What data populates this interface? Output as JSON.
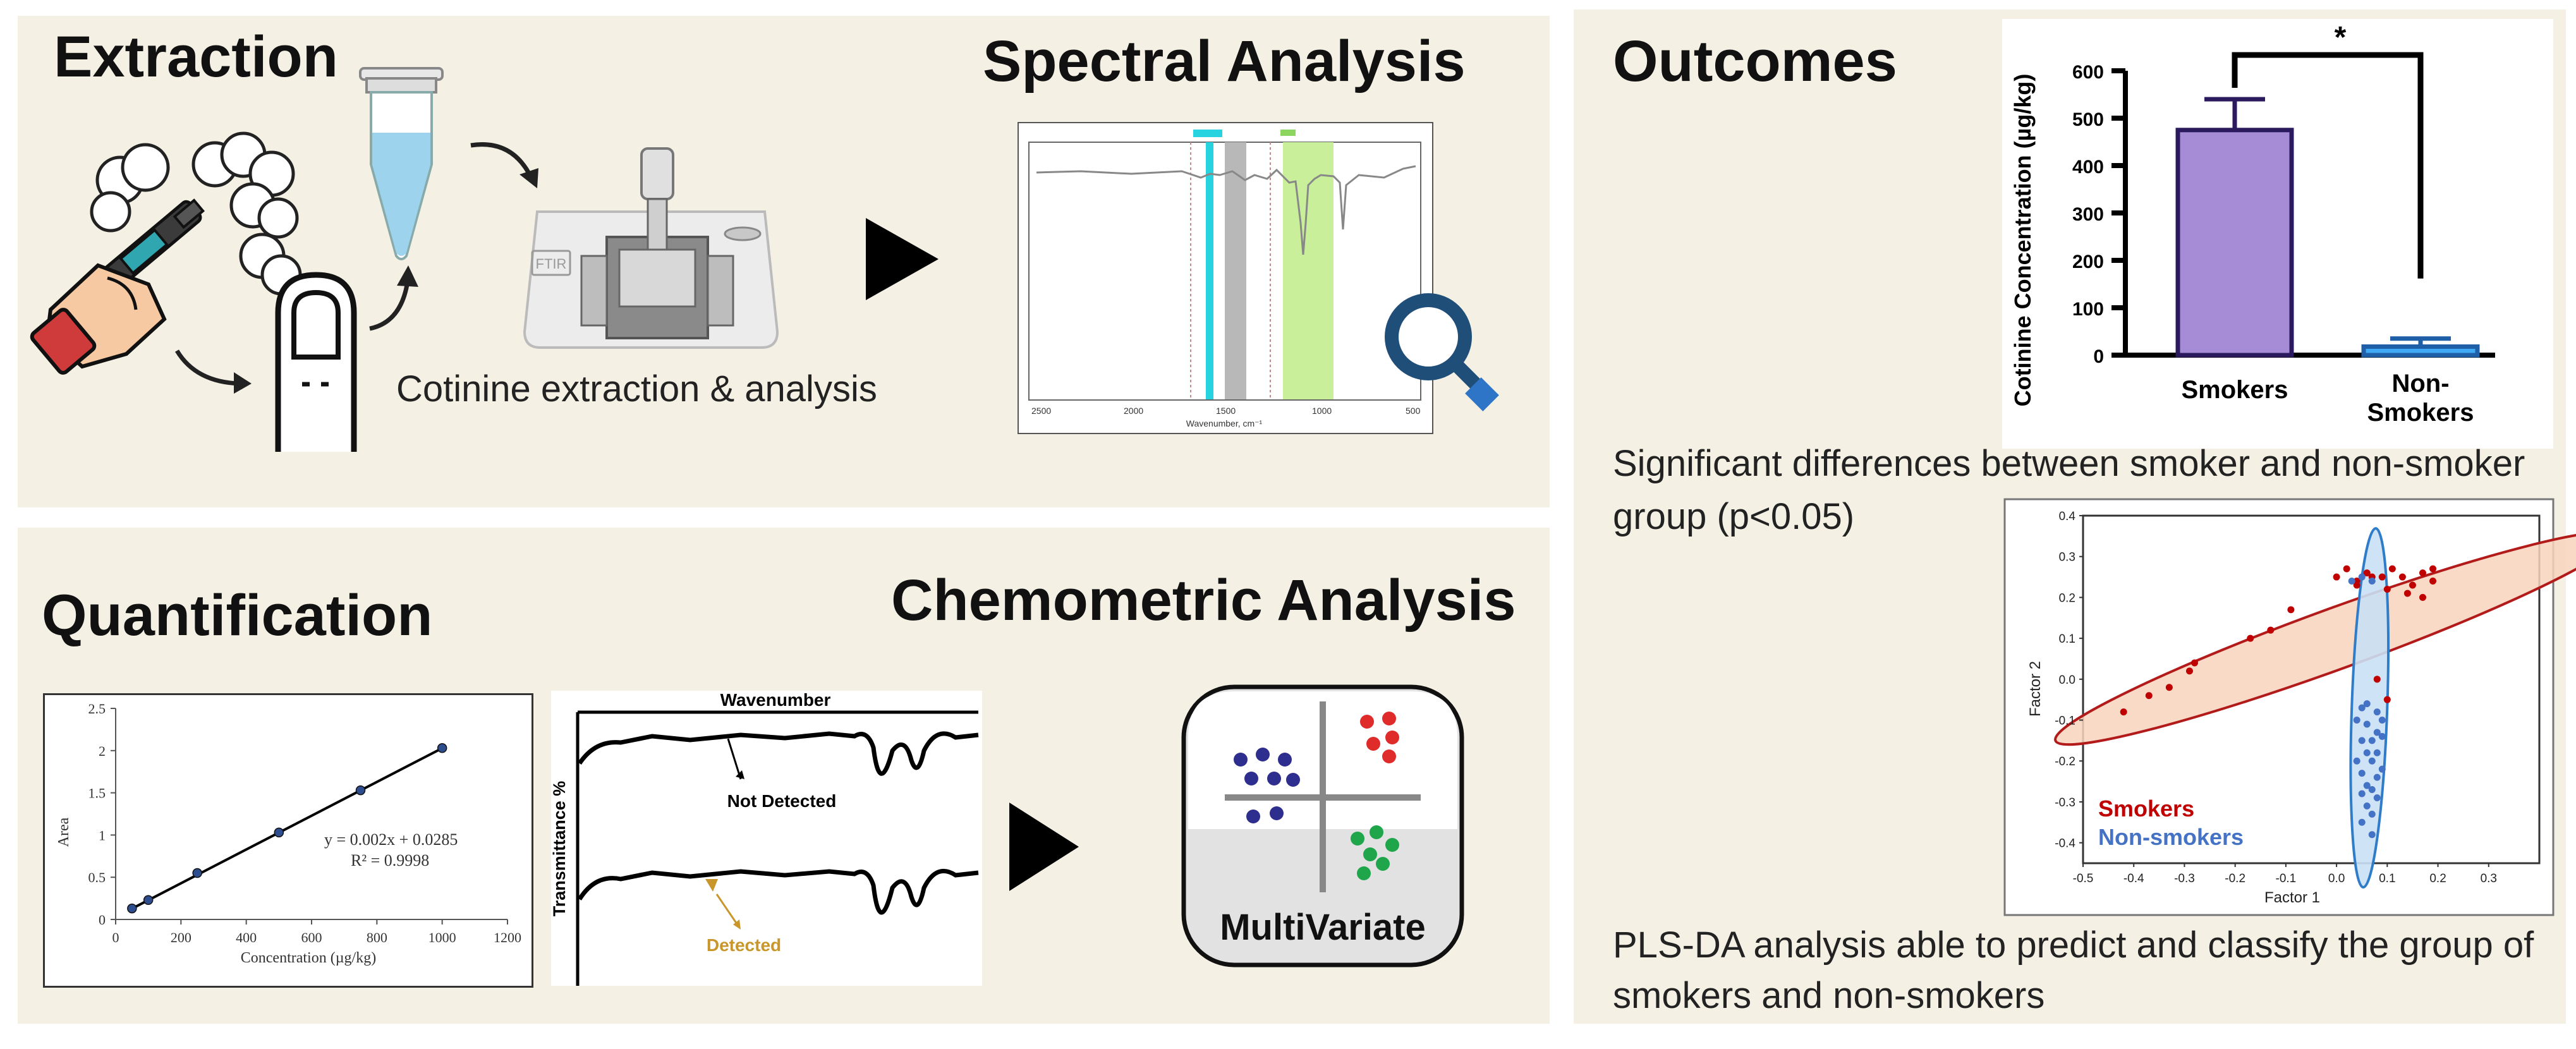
{
  "extraction": {
    "title": "Extraction",
    "caption": "Cotinine extraction & analysis",
    "ftir_label": "FTIR"
  },
  "spectral": {
    "title": "Spectral Analysis",
    "x_ticks": [
      "2500",
      "2000",
      "1500",
      "1000",
      "500"
    ],
    "xlabel": "Wavenumber, cm⁻¹"
  },
  "quantification": {
    "title": "Quantification",
    "calibration": {
      "type": "scatter",
      "x": [
        50,
        100,
        250,
        500,
        750,
        1000
      ],
      "y": [
        0.13,
        0.23,
        0.55,
        1.03,
        1.53,
        2.03
      ],
      "equation": "y = 0.002x + 0.0285",
      "r2": "R² = 0.9998",
      "xlabel": "Concentration (µg/kg)",
      "ylabel": "Area",
      "x_ticks": [
        "0",
        "200",
        "400",
        "600",
        "800",
        "1000",
        "1200"
      ],
      "y_ticks": [
        "0",
        "0.5",
        "1",
        "1.5",
        "2",
        "2.5"
      ],
      "xlim": [
        0,
        1200
      ],
      "ylim": [
        0,
        2.5
      ]
    },
    "spectra": {
      "top_label": "Wavenumber",
      "ylabel": "Transmittance %",
      "not_detected": "Not Detected",
      "detected": "Detected"
    }
  },
  "chemometric": {
    "title": "Chemometric Analysis",
    "icon_label": "MultiVariate"
  },
  "outcomes": {
    "title": "Outcomes",
    "finding_1": "Significant differences between smoker and non-smoker group (p<0.05)",
    "finding_2": "PLS-DA analysis able to predict and classify the group of smokers and non-smokers"
  },
  "chart_data": [
    {
      "type": "bar",
      "categories": [
        "Smokers",
        "Non-Smokers"
      ],
      "values": [
        475,
        18
      ],
      "errors": [
        65,
        17
      ],
      "ylabel": "Cotinine Concentration (µg/kg)",
      "ylim": [
        0,
        600
      ],
      "y_ticks": [
        "0",
        "100",
        "200",
        "300",
        "400",
        "500",
        "600"
      ],
      "significance": "*",
      "colors": [
        "#a68bd6",
        "#3fa9f5"
      ]
    },
    {
      "type": "scatter",
      "xlabel": "Factor 1",
      "ylabel": "Factor 2",
      "xlim": [
        -0.5,
        0.4
      ],
      "ylim": [
        -0.45,
        0.4
      ],
      "x_ticks": [
        "-0.5",
        "-0.4",
        "-0.3",
        "-0.2",
        "-0.1",
        "0.0",
        "0.1",
        "0.2",
        "0.3"
      ],
      "y_ticks": [
        "-0.4",
        "-0.3",
        "-0.2",
        "-0.1",
        "0.0",
        "0.1",
        "0.2",
        "0.3",
        "0.4"
      ],
      "series": [
        {
          "name": "Smokers",
          "color": "#c00000",
          "x": [
            -0.42,
            -0.37,
            -0.33,
            -0.29,
            -0.28,
            -0.17,
            -0.13,
            -0.09,
            0.0,
            0.02,
            0.04,
            0.06,
            0.09,
            0.11,
            0.13,
            0.15,
            0.17,
            0.19,
            0.04,
            0.07,
            0.1,
            0.14,
            0.17,
            0.19,
            0.08,
            0.1
          ],
          "y": [
            -0.08,
            -0.04,
            -0.02,
            0.02,
            0.04,
            0.1,
            0.12,
            0.17,
            0.25,
            0.27,
            0.23,
            0.26,
            0.25,
            0.27,
            0.25,
            0.23,
            0.26,
            0.27,
            0.24,
            0.25,
            0.22,
            0.21,
            0.2,
            0.24,
            0.0,
            -0.05
          ]
        },
        {
          "name": "Non-smokers",
          "color": "#4472c4",
          "x": [
            0.03,
            0.05,
            0.07,
            0.05,
            0.06,
            0.08,
            0.09,
            0.04,
            0.06,
            0.08,
            0.05,
            0.07,
            0.09,
            0.06,
            0.08,
            0.04,
            0.07,
            0.09,
            0.05,
            0.08,
            0.06,
            0.07,
            0.05,
            0.08,
            0.06,
            0.07,
            0.05,
            0.07
          ],
          "y": [
            0.24,
            0.25,
            0.24,
            -0.07,
            -0.06,
            -0.08,
            -0.1,
            -0.1,
            -0.11,
            -0.13,
            -0.15,
            -0.15,
            -0.14,
            -0.18,
            -0.18,
            -0.2,
            -0.2,
            -0.22,
            -0.23,
            -0.24,
            -0.26,
            -0.27,
            -0.28,
            -0.29,
            -0.31,
            -0.33,
            -0.35,
            -0.38
          ]
        }
      ]
    }
  ]
}
